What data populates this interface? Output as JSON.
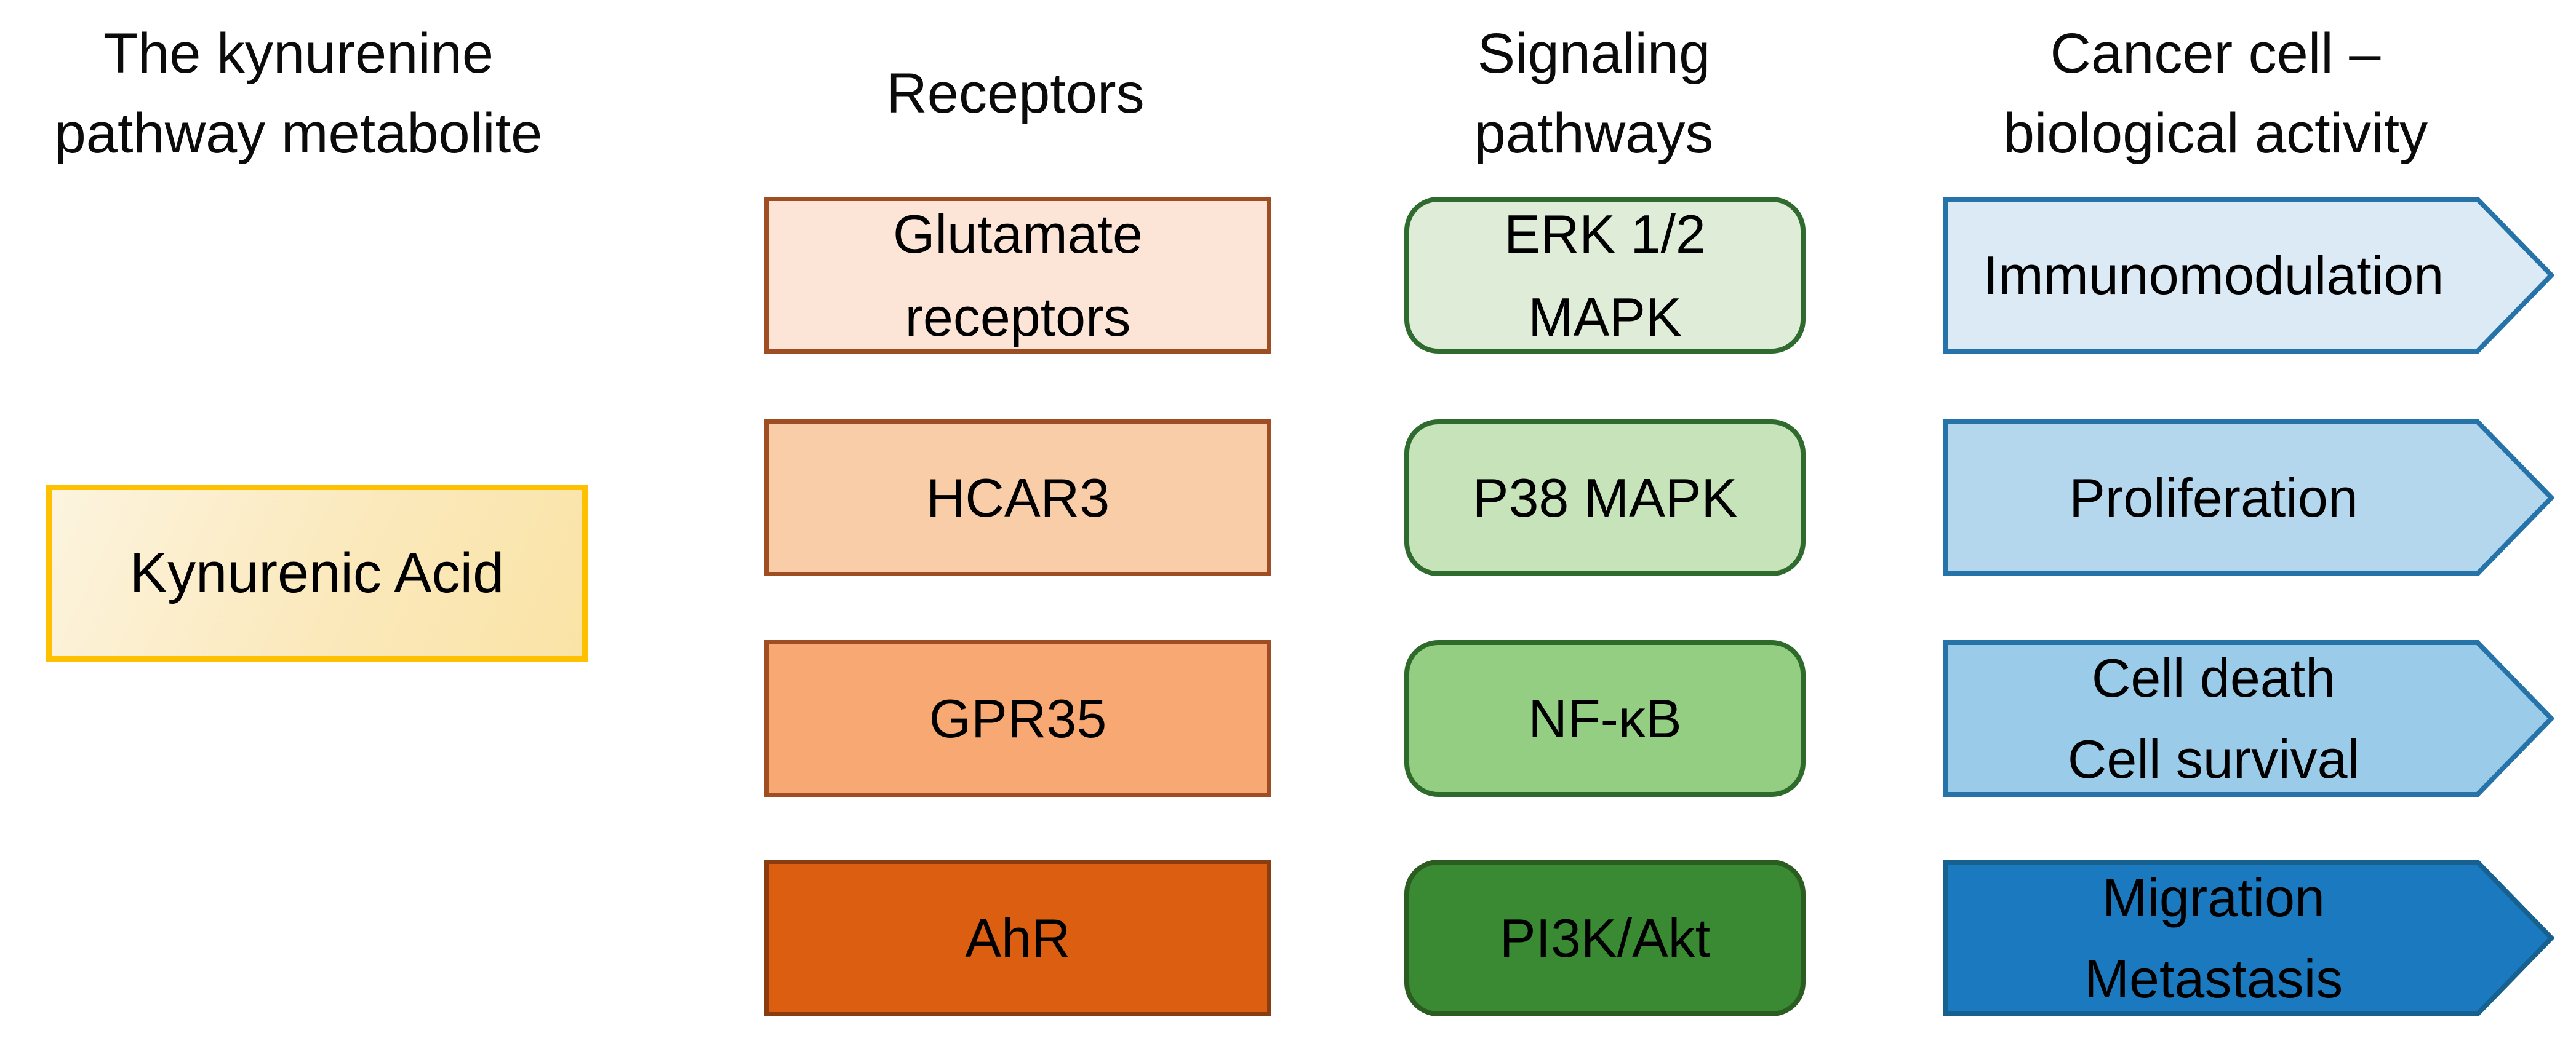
{
  "diagram": {
    "type": "pathway-flow-diagram",
    "background": "#FFFFFF",
    "text_color": "#000000"
  },
  "palette": {
    "yellow_border": "#FFC000",
    "yellow_fill_light": "#FCF4DF",
    "yellow_fill_dark": "#FAE3A6",
    "orange_border": "#9E4E22",
    "orange_border_dark": "#8A3D0E",
    "green_border": "#2F6B2F",
    "green_border_dark": "#2B5D20",
    "blue_border": "#2573A8",
    "blue_border_dark": "#16618F"
  },
  "columns": {
    "metabolite": {
      "header": {
        "lines": [
          "The kynurenine",
          "pathway metabolite"
        ]
      },
      "boxes": [
        {
          "lines": [
            "Kynurenic Acid"
          ],
          "fill": "#FBE9BC",
          "border": "#FFC000",
          "shape": "rectangle"
        }
      ]
    },
    "receptors": {
      "header": {
        "lines": [
          "Receptors"
        ]
      },
      "boxes": [
        {
          "lines": [
            "Glutamate",
            "receptors"
          ],
          "fill": "#FCE5D7",
          "border": "#9E4E22",
          "shape": "rectangle"
        },
        {
          "lines": [
            "HCAR3"
          ],
          "fill": "#FACDA9",
          "border": "#9E4E22",
          "shape": "rectangle"
        },
        {
          "lines": [
            "GPR35"
          ],
          "fill": "#F8A872",
          "border": "#9E4E22",
          "shape": "rectangle"
        },
        {
          "lines": [
            "AhR"
          ],
          "fill": "#DC5F11",
          "border": "#8A3D0E",
          "shape": "rectangle"
        }
      ]
    },
    "signaling": {
      "header": {
        "lines": [
          "Signaling",
          "pathways"
        ]
      },
      "boxes": [
        {
          "lines": [
            "ERK 1/2",
            "MAPK"
          ],
          "fill": "#DFEDD8",
          "border": "#2F6B2F",
          "shape": "rounded-rectangle"
        },
        {
          "lines": [
            "P38 MAPK"
          ],
          "fill": "#C6E3B9",
          "border": "#2F6B2F",
          "shape": "rounded-rectangle"
        },
        {
          "lines": [
            "NF-κB"
          ],
          "fill": "#94CE83",
          "border": "#2E6B2A",
          "shape": "rounded-rectangle"
        },
        {
          "lines": [
            "PI3K/Akt"
          ],
          "fill": "#398A33",
          "border": "#2B5D20",
          "shape": "rounded-rectangle"
        }
      ]
    },
    "activity": {
      "header": {
        "lines": [
          "Cancer cell –",
          "biological activity"
        ]
      },
      "boxes": [
        {
          "lines": [
            "Immunomodulation"
          ],
          "fill": "#DCEAF6",
          "border": "#2573A8",
          "shape": "right-arrow"
        },
        {
          "lines": [
            "Proliferation"
          ],
          "fill": "#B5D7EE",
          "border": "#2573A8",
          "shape": "right-arrow"
        },
        {
          "lines": [
            "Cell death",
            "Cell survival"
          ],
          "fill": "#9ACBE8",
          "border": "#2573A8",
          "shape": "right-arrow"
        },
        {
          "lines": [
            "Migration",
            "Metastasis"
          ],
          "fill": "#1B7ABF",
          "border": "#16618F",
          "shape": "right-arrow"
        }
      ]
    }
  }
}
